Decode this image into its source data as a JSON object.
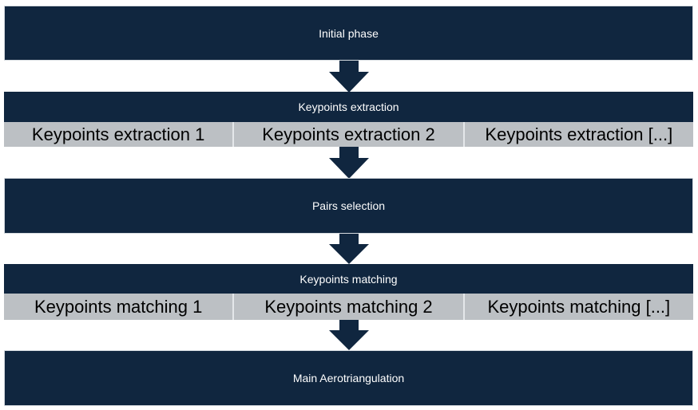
{
  "steps": {
    "initial": "Initial phase",
    "extraction": {
      "title": "Keypoints extraction",
      "items": [
        "Keypoints extraction 1",
        "Keypoints extraction 2",
        "Keypoints extraction [...]"
      ]
    },
    "pairs": "Pairs selection",
    "matching": {
      "title": "Keypoints matching",
      "items": [
        "Keypoints matching 1",
        "Keypoints matching 2",
        "Keypoints matching [...]"
      ]
    },
    "main": "Main Aerotriangulation"
  },
  "colors": {
    "block": "#10263f",
    "subcell": "#bcc0c4",
    "arrow": "#10263f"
  }
}
